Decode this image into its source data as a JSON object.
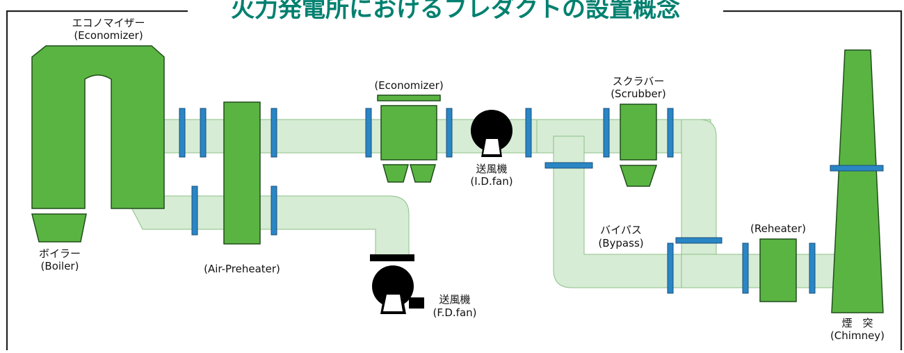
{
  "title": "火力発電所におけるフレダクトの設置概念",
  "labels": {
    "economizer_top_ja": "エコノマイザー",
    "economizer_top_en": "(Economizer)",
    "economizer_mid_en": "(Economizer)",
    "scrubber_ja": "スクラバー",
    "scrubber_en": "(Scrubber)",
    "idfan_ja": "送風機",
    "idfan_en": "(I.D.fan)",
    "boiler_ja": "ボイラー",
    "boiler_en": "(Boiler)",
    "airpre_en": "(Air-Preheater)",
    "bypass_ja": "バイパス",
    "bypass_en": "(Bypass)",
    "reheater_en": "(Reheater)",
    "fdfan_ja": "送風機",
    "fdfan_en": "(F.D.fan)",
    "chimney_ja": "煙　突",
    "chimney_en": "(Chimney)"
  },
  "colors": {
    "equipment_green": "#5ab442",
    "duct_fill": "#d6ecd4",
    "flange_blue": "#2a86c4",
    "fan_black": "#000000",
    "title_teal": "#00806f"
  },
  "icons": {
    "id_fan": "fan-icon",
    "fd_fan": "fan-icon"
  }
}
